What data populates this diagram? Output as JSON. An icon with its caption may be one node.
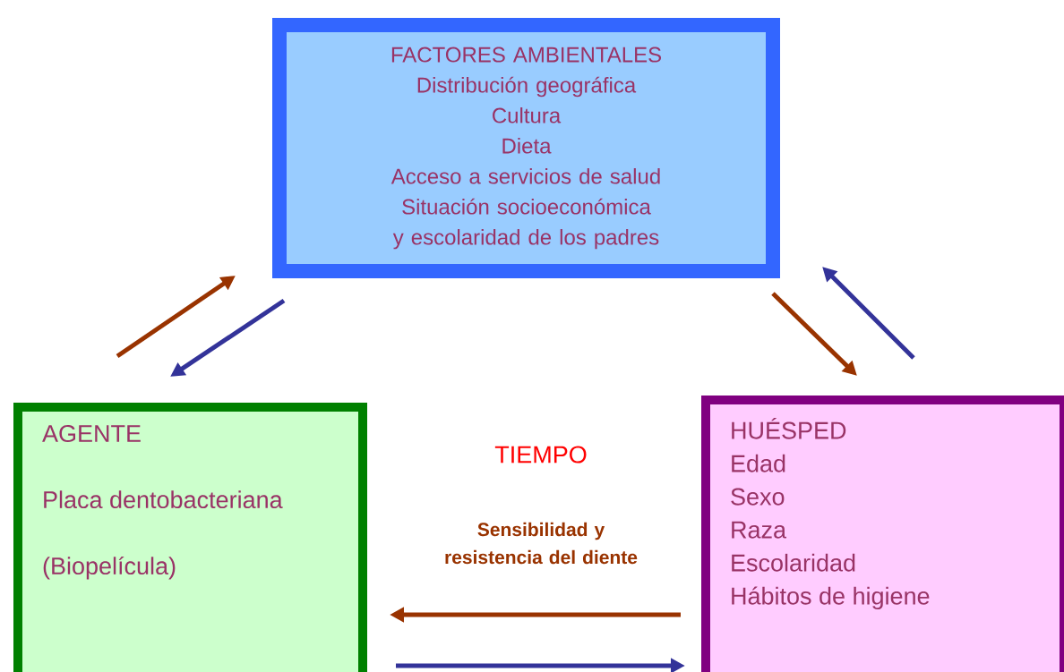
{
  "diagram": {
    "nodes": [
      {
        "text": [
          "FACTORES AMBIENTALES",
          "Distribución geográfica",
          "Cultura",
          "Dieta",
          "Acceso a servicios de salud",
          "Situación socioeconómica y escolaridad de los padres"
        ]
      },
      {
        "text": [
          "AGENTE",
          "Placa dentobacteriana",
          "(Biopelícula)"
        ]
      },
      {
        "text": [
          "HUÉSPED",
          "Edad",
          "Sexo",
          "Raza",
          "Escolaridad",
          "Hábitos de higiene"
        ]
      }
    ],
    "edges": [
      {
        "from": 1,
        "to": 0,
        "arrow": "to",
        "color": "#993300"
      },
      {
        "from": 0,
        "to": 1,
        "arrow": "to",
        "color": "#333399"
      },
      {
        "from": 0,
        "to": 2,
        "arrow": "to",
        "color": "#993300"
      },
      {
        "from": 2,
        "to": 0,
        "arrow": "to",
        "color": "#333399"
      },
      {
        "from": 2,
        "to": 1,
        "arrow": "to",
        "color": "#993300"
      },
      {
        "from": 1,
        "to": 2,
        "arrow": "to",
        "color": "#333399"
      }
    ],
    "labels": [
      "TIEMPO",
      "Sensibilidad y resistencia del diente"
    ]
  }
}
